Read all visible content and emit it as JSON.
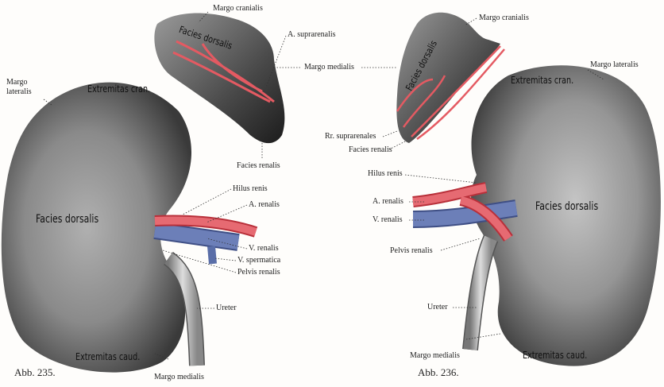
{
  "figure_235": {
    "caption": "Abb. 235.",
    "adrenal": {
      "surface": "Facies dorsalis",
      "margo_cranialis": "Margo cranialis",
      "artery": "A. suprarenalis",
      "facies_renalis": "Facies renalis"
    },
    "shared_margo_medialis": "Margo medialis",
    "kidney": {
      "margo_lateralis": "Margo\nlateralis",
      "extremitas_cran": "Extremitas cran.",
      "facies_dorsalis": "Facies dorsalis",
      "hilus_renis": "Hilus renis",
      "a_renalis": "A. renalis",
      "v_renalis": "V. renalis",
      "v_spermatica": "V. spermatica",
      "pelvis_renalis": "Pelvis renalis",
      "ureter": "Ureter",
      "extremitas_caud": "Extremitas caud.",
      "margo_medialis": "Margo medialis"
    }
  },
  "figure_236": {
    "caption": "Abb. 236.",
    "adrenal": {
      "surface": "Facies dorsalis",
      "margo_cranialis": "Margo cranialis",
      "rr_suprarenales": "Rr. suprarenales",
      "facies_renalis": "Facies renalis"
    },
    "kidney": {
      "margo_lateralis": "Margo lateralis",
      "extremitas_cran": "Extremitas cran.",
      "facies_dorsalis": "Facies dorsalis",
      "hilus_renis": "Hilus renis",
      "a_renalis": "A. renalis",
      "v_renalis": "V. renalis",
      "pelvis_renalis": "Pelvis renalis",
      "ureter": "Ureter",
      "margo_medialis": "Margo medialis",
      "extremitas_caud": "Extremitas caud."
    }
  },
  "colors": {
    "artery": "#e2505a",
    "vein": "#5a6ea8",
    "tissue": "#6a6a6a"
  }
}
